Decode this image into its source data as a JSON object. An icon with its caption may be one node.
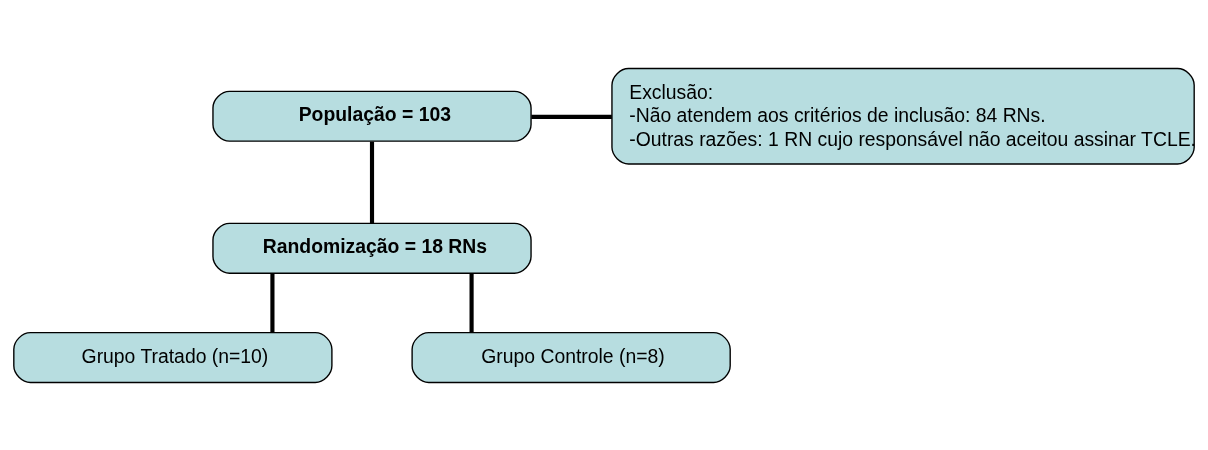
{
  "diagram": {
    "nodes": [
      {
        "text": [
          "População = 103"
        ]
      },
      {
        "text": [
          "Exclusão:",
          "-Não atendem aos critérios de inclusão: 84 RNs.",
          "-Outras razões: 1 RN cujo responsável não aceitou assinar TCLE."
        ]
      },
      {
        "text": [
          "Randomização = 18 RNs"
        ]
      },
      {
        "text": [
          "Grupo Tratado (n=10)"
        ]
      },
      {
        "text": [
          "Grupo Controle (n=8)"
        ]
      }
    ],
    "edges": [
      {
        "from": 0,
        "to": 2,
        "arrow": "none"
      },
      {
        "from": 0,
        "to": 1,
        "arrow": "none"
      },
      {
        "from": 2,
        "to": 3,
        "arrow": "none"
      },
      {
        "from": 2,
        "to": 4,
        "arrow": "none"
      }
    ]
  }
}
